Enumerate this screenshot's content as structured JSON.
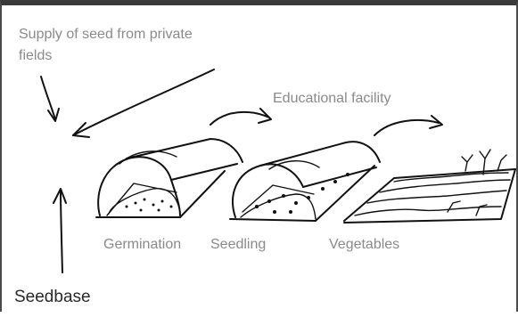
{
  "labels": {
    "supply": "Supply of seed from private fields",
    "educational": "Educational facility",
    "germination": "Germination",
    "seedling": "Seedling",
    "vegetables": "Vegetables",
    "seedbase": "Seedbase"
  },
  "colors": {
    "label_text": "#8a8a8a",
    "title_text": "#2a2a2a",
    "ink": "#111111",
    "border": "#3a3a3a"
  }
}
